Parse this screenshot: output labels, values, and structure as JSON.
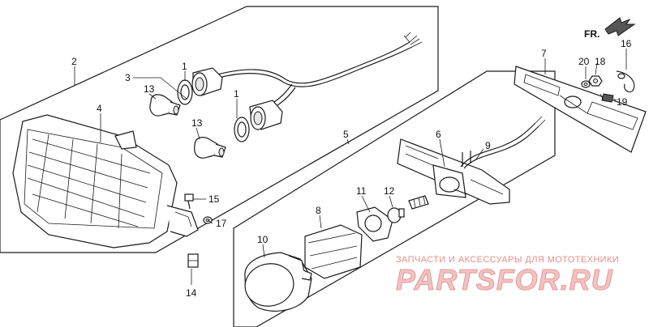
{
  "diagram": {
    "callouts": [
      "1",
      "1",
      "2",
      "3",
      "4",
      "5",
      "6",
      "7",
      "8",
      "9",
      "10",
      "11",
      "12",
      "13",
      "13",
      "14",
      "15",
      "16",
      "17",
      "18",
      "19",
      "20"
    ],
    "direction_label": "FR."
  },
  "watermark": {
    "subtitle": "ЗАПЧАСТИ И АКСЕССУАРЫ ДЛЯ МОТОТЕХНИКИ",
    "brand": "PARTSFOR.RU"
  }
}
